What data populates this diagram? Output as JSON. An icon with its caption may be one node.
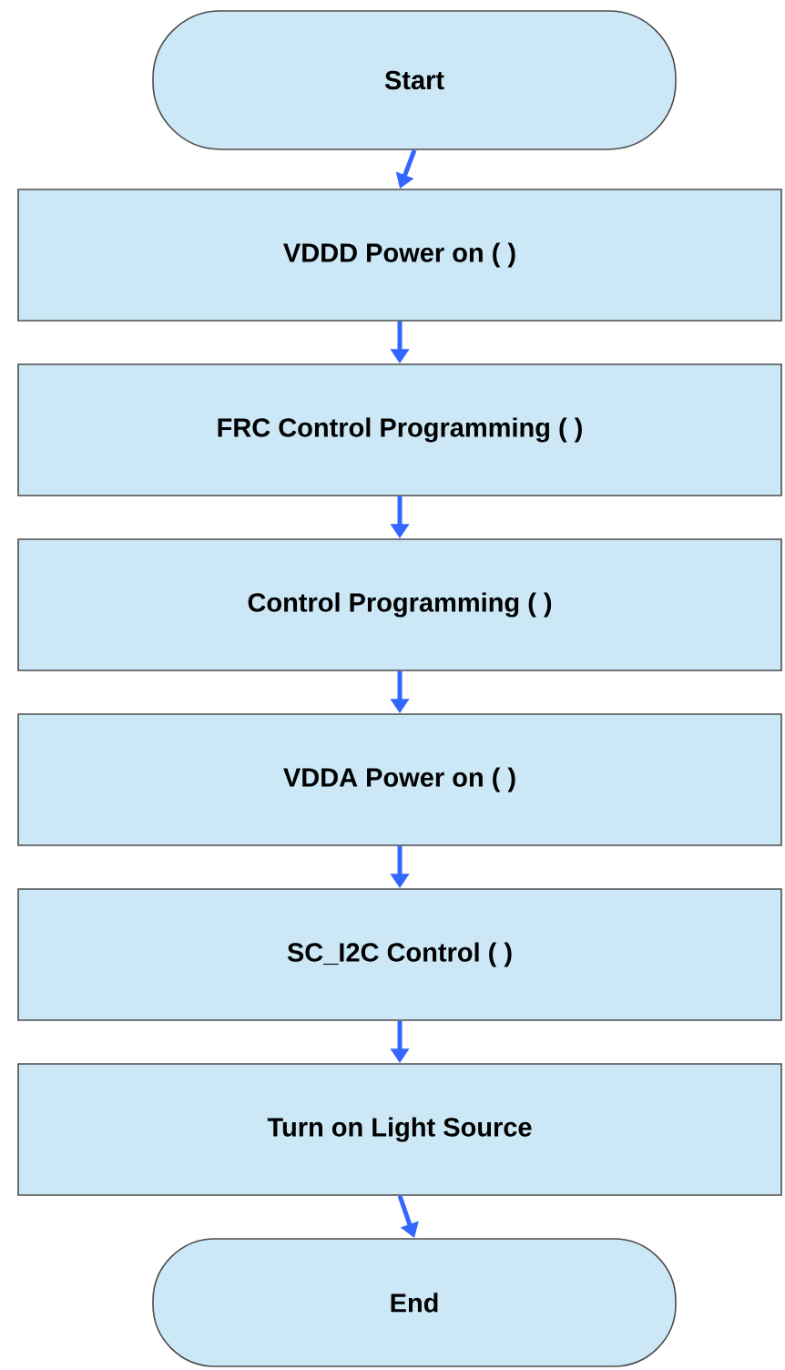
{
  "diagram": {
    "nodes": [
      {
        "text": [
          "Start"
        ]
      },
      {
        "text": [
          "VDDD Power on ( )"
        ]
      },
      {
        "text": [
          "FRC Control Programming ( )"
        ]
      },
      {
        "text": [
          "Control Programming ( )"
        ]
      },
      {
        "text": [
          "VDDA Power on ( )"
        ]
      },
      {
        "text": [
          "SC_I2C Control ( )"
        ]
      },
      {
        "text": [
          "Turn on Light Source"
        ]
      },
      {
        "text": [
          "End"
        ]
      }
    ],
    "edges": [
      {
        "from": 0,
        "to": 1,
        "arrow": "to"
      },
      {
        "from": 1,
        "to": 2,
        "arrow": "to"
      },
      {
        "from": 2,
        "to": 3,
        "arrow": "to"
      },
      {
        "from": 3,
        "to": 4,
        "arrow": "to"
      },
      {
        "from": 4,
        "to": 5,
        "arrow": "to"
      },
      {
        "from": 5,
        "to": 6,
        "arrow": "to"
      },
      {
        "from": 6,
        "to": 7,
        "arrow": "to"
      }
    ]
  }
}
